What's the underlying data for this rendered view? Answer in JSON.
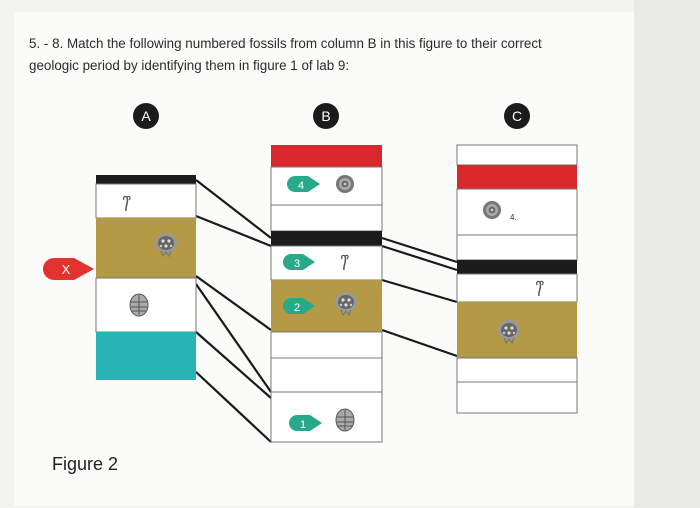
{
  "question": {
    "line1": "5. - 8. Match the following numbered fossils from column B in this figure to their correct",
    "line2": "geologic period by identifying them in figure 1 of lab 9:"
  },
  "figure": {
    "caption": "Figure 2",
    "column_labels": [
      "A",
      "B",
      "C"
    ],
    "fossil_numbers": [
      "1",
      "2",
      "3",
      "4"
    ],
    "fossil_number_c": "4.",
    "marker": "X",
    "colors": {
      "tan": "#b59a45",
      "teal": "#26b5b4",
      "red": "#d8282b",
      "black": "#1c1c1c",
      "green": "#28a98a",
      "marker_red": "#e2332e"
    }
  }
}
